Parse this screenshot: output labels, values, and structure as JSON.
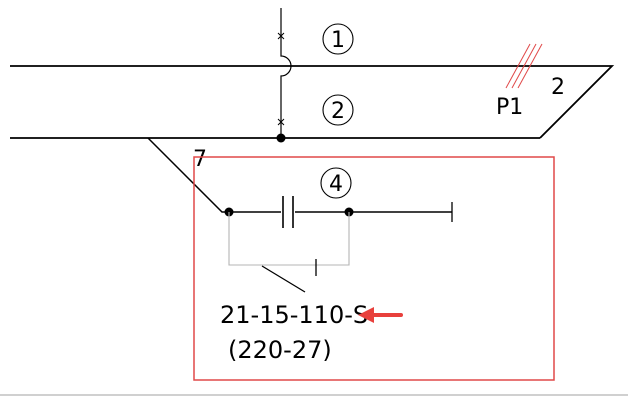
{
  "colors": {
    "line": "#000000",
    "bracket": "#b4b4b4",
    "highlight": "#e04848",
    "arrow": "#e8403c",
    "separator": "#c0c0c0"
  },
  "labels": {
    "circle_1": "1",
    "circle_2": "2",
    "circle_4": "4",
    "track_2": "2",
    "p1": "P1",
    "track_7": "7",
    "insulator_id": "21-15-110-S",
    "insulator_sub": "(220-27)"
  },
  "icons": {
    "arrow": "left-arrow-icon"
  }
}
